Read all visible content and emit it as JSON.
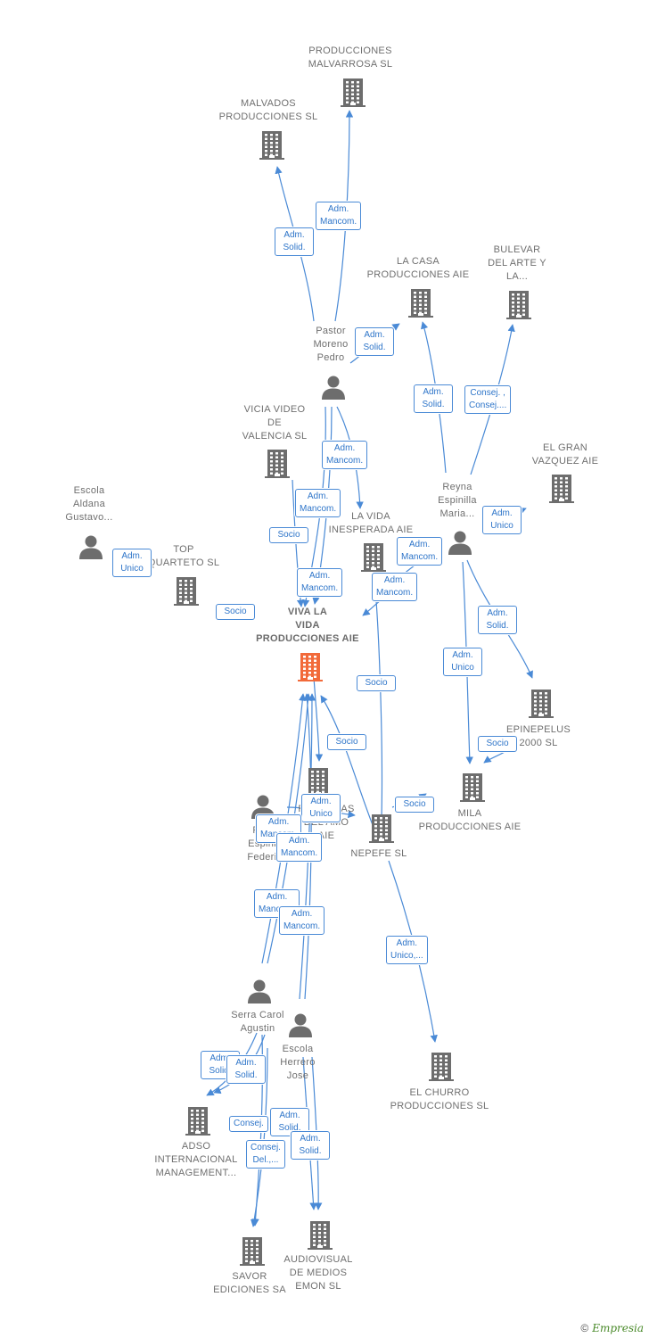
{
  "colors": {
    "edge": "#4a8ad6",
    "building": "#6d6d6d",
    "center_building": "#f26a3a",
    "person": "#6d6d6d",
    "badge_text": "#2e75c9"
  },
  "nodes": [
    {
      "id": "malvarrosa",
      "kind": "company",
      "lines": [
        "PRODUCCIONES",
        "MALVARROSA SL"
      ],
      "icon": "building-icon"
    },
    {
      "id": "malvados",
      "kind": "company",
      "lines": [
        "MALVADOS",
        "PRODUCCIONES SL"
      ],
      "icon": "building-icon"
    },
    {
      "id": "lacasa",
      "kind": "company",
      "lines": [
        "LA CASA",
        "PRODUCCIONES AIE"
      ],
      "icon": "building-icon"
    },
    {
      "id": "bulevar",
      "kind": "company",
      "lines": [
        "BULEVAR",
        "DEL ARTE Y",
        "LA..."
      ],
      "icon": "building-icon"
    },
    {
      "id": "pastor",
      "kind": "person",
      "lines": [
        "Pastor",
        "Moreno",
        "Pedro"
      ],
      "icon": "person-icon"
    },
    {
      "id": "vicia",
      "kind": "company",
      "lines": [
        "VICIA VIDEO",
        "DE",
        "VALENCIA SL"
      ],
      "icon": "building-icon"
    },
    {
      "id": "gvazquez",
      "kind": "company",
      "lines": [
        "EL GRAN",
        "VAZQUEZ AIE"
      ],
      "icon": "building-icon"
    },
    {
      "id": "reyna",
      "kind": "person",
      "lines": [
        "Reyna",
        "Espinilla",
        "Maria..."
      ],
      "icon": "person-icon"
    },
    {
      "id": "escola_aldana",
      "kind": "person",
      "lines": [
        "Escola",
        "Aldana",
        "Gustavo..."
      ],
      "icon": "person-icon"
    },
    {
      "id": "lavida",
      "kind": "company",
      "lines": [
        "LA VIDA",
        "INESPERADA AIE"
      ],
      "icon": "building-icon"
    },
    {
      "id": "topquarteto",
      "kind": "company",
      "lines": [
        "TOP",
        "QUARTETO SL"
      ],
      "icon": "building-icon"
    },
    {
      "id": "center",
      "kind": "center",
      "lines": [
        "VIVA LA",
        "VIDA",
        "PRODUCCIONES AIE"
      ],
      "icon": "building-icon"
    },
    {
      "id": "epinepelus",
      "kind": "company",
      "lines": [
        "EPINEPELUS",
        "2000 SL"
      ],
      "icon": "building-icon"
    },
    {
      "id": "mila",
      "kind": "company",
      "lines": [
        "MILA",
        "PRODUCCIONES AIE"
      ],
      "icon": "building-icon"
    },
    {
      "id": "peliculas",
      "kind": "company",
      "lines": [
        "PELICULAS",
        "DEL AMO",
        "AIE"
      ],
      "icon": "building-icon"
    },
    {
      "id": "reyna_fed",
      "kind": "person",
      "lines": [
        "Reyna",
        "Espinilla",
        "Federico"
      ],
      "icon": "person-icon"
    },
    {
      "id": "nepefe",
      "kind": "company",
      "lines": [
        "NEPEFE SL"
      ],
      "icon": "building-icon"
    },
    {
      "id": "serra",
      "kind": "person",
      "lines": [
        "Serra Carol",
        "Agustin"
      ],
      "icon": "person-icon"
    },
    {
      "id": "escola_herrero",
      "kind": "person",
      "lines": [
        "Escola",
        "Herrero",
        "Jose"
      ],
      "icon": "person-icon"
    },
    {
      "id": "elchurro",
      "kind": "company",
      "lines": [
        "EL CHURRO",
        "PRODUCCIONES SL"
      ],
      "icon": "building-icon"
    },
    {
      "id": "adso",
      "kind": "company",
      "lines": [
        "ADSO",
        "INTERNACIONAL",
        "MANAGEMENT..."
      ],
      "icon": "building-icon"
    },
    {
      "id": "savor",
      "kind": "company",
      "lines": [
        "SAVOR",
        "EDICIONES SA"
      ],
      "icon": "building-icon"
    },
    {
      "id": "audiovisual",
      "kind": "company",
      "lines": [
        "AUDIOVISUAL",
        "DE MEDIOS",
        "EMON SL"
      ],
      "icon": "building-icon"
    }
  ],
  "relations": [
    {
      "id": "b1",
      "label": [
        "Adm.",
        "Mancom."
      ]
    },
    {
      "id": "b2",
      "label": [
        "Adm.",
        "Solid."
      ]
    },
    {
      "id": "b3",
      "label": [
        "Adm.",
        "Solid."
      ]
    },
    {
      "id": "b4",
      "label": [
        "Adm.",
        "Solid."
      ]
    },
    {
      "id": "b5",
      "label": [
        "Consej. ,",
        "Consej...."
      ]
    },
    {
      "id": "b6",
      "label": [
        "Adm.",
        "Mancom."
      ]
    },
    {
      "id": "b7",
      "label": [
        "Adm.",
        "Mancom."
      ]
    },
    {
      "id": "b8",
      "label": [
        "Adm.",
        "Unico"
      ]
    },
    {
      "id": "b9",
      "label": [
        "Socio"
      ]
    },
    {
      "id": "b10",
      "label": [
        "Adm.",
        "Mancom."
      ]
    },
    {
      "id": "b11",
      "label": [
        "Adm.",
        "Unico"
      ]
    },
    {
      "id": "b12",
      "label": [
        "Adm.",
        "Mancom."
      ]
    },
    {
      "id": "b13",
      "label": [
        "Adm.",
        "Mancom."
      ]
    },
    {
      "id": "b14",
      "label": [
        "Socio"
      ]
    },
    {
      "id": "b15",
      "label": [
        "Adm.",
        "Solid."
      ]
    },
    {
      "id": "b16",
      "label": [
        "Adm.",
        "Unico"
      ]
    },
    {
      "id": "b17",
      "label": [
        "Socio"
      ]
    },
    {
      "id": "b18",
      "label": [
        "Socio"
      ]
    },
    {
      "id": "b19",
      "label": [
        "Socio"
      ]
    },
    {
      "id": "b20",
      "label": [
        "Adm.",
        "Unico"
      ]
    },
    {
      "id": "b21",
      "label": [
        "Socio"
      ]
    },
    {
      "id": "b22",
      "label": [
        "Adm.",
        "Mancom."
      ]
    },
    {
      "id": "b23",
      "label": [
        "Adm.",
        "Mancom."
      ]
    },
    {
      "id": "b24",
      "label": [
        "Adm.",
        "Mancom."
      ]
    },
    {
      "id": "b25",
      "label": [
        "Adm.",
        "Mancom."
      ]
    },
    {
      "id": "b26",
      "label": [
        "Adm.",
        "Unico,..."
      ]
    },
    {
      "id": "b27",
      "label": [
        "Adm.",
        "Solid."
      ]
    },
    {
      "id": "b28",
      "label": [
        "Adm.",
        "Solid."
      ]
    },
    {
      "id": "b29",
      "label": [
        "Consej."
      ]
    },
    {
      "id": "b30",
      "label": [
        "Adm.",
        "Solid."
      ]
    },
    {
      "id": "b31",
      "label": [
        "Consej.",
        "Del.,..."
      ]
    },
    {
      "id": "b32",
      "label": [
        "Adm.",
        "Solid."
      ]
    }
  ],
  "footer": {
    "copyright": "©",
    "brand": "Empresia"
  }
}
